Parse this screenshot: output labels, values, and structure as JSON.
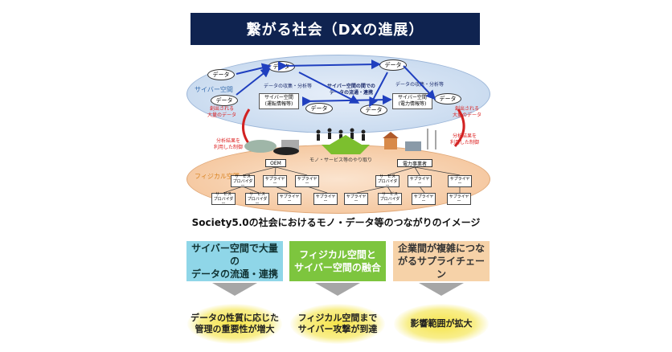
{
  "title": "繋がる社会（DXの進展）",
  "diagram": {
    "cyber_label": "サイバー空間",
    "physical_label": "フィジカル空間",
    "data_node": "データ",
    "collect_analyze": "データの収集・分析等",
    "cyber_flow": "サイバー空間の間での\nデータの流通・連携",
    "cyber_space_left": "サイバー空間\n(運転情報等)",
    "cyber_space_right": "サイバー空間\n(電力情報等)",
    "generated_data": "創出される\n大量のデータ",
    "analysis_control": "分析結果を\n利用した制御",
    "goods_services": "モノ・サービス等のやり取り",
    "oem": "OEM",
    "power_company": "電力事業者",
    "service_provider": "サービス\nプロバイダー",
    "supplier": "サプライヤー"
  },
  "caption": "Society5.0の社会におけるモノ・データ等のつながりのイメージ",
  "cards": [
    {
      "text": "サイバー空間で大量の\nデータの流通・連携"
    },
    {
      "text": "フィジカル空間と\nサイバー空間の融合"
    },
    {
      "text": "企業間が複雑につな\nがるサプライチェーン"
    }
  ],
  "outcomes": [
    {
      "text": "データの性質に応じた\n管理の重要性が増大"
    },
    {
      "text": "フィジカル空間まで\nサイバー攻撃が到達"
    },
    {
      "text": "影響範囲が拡大"
    }
  ],
  "colors": {
    "title_bg": "#0f2350",
    "card1": "#8fd6e8",
    "card2": "#7dc53e",
    "card3": "#f6d2a8",
    "arrow_blue": "#1f3fbf",
    "accent_red": "#d22222",
    "burst_yellow": "#f6e44a"
  }
}
